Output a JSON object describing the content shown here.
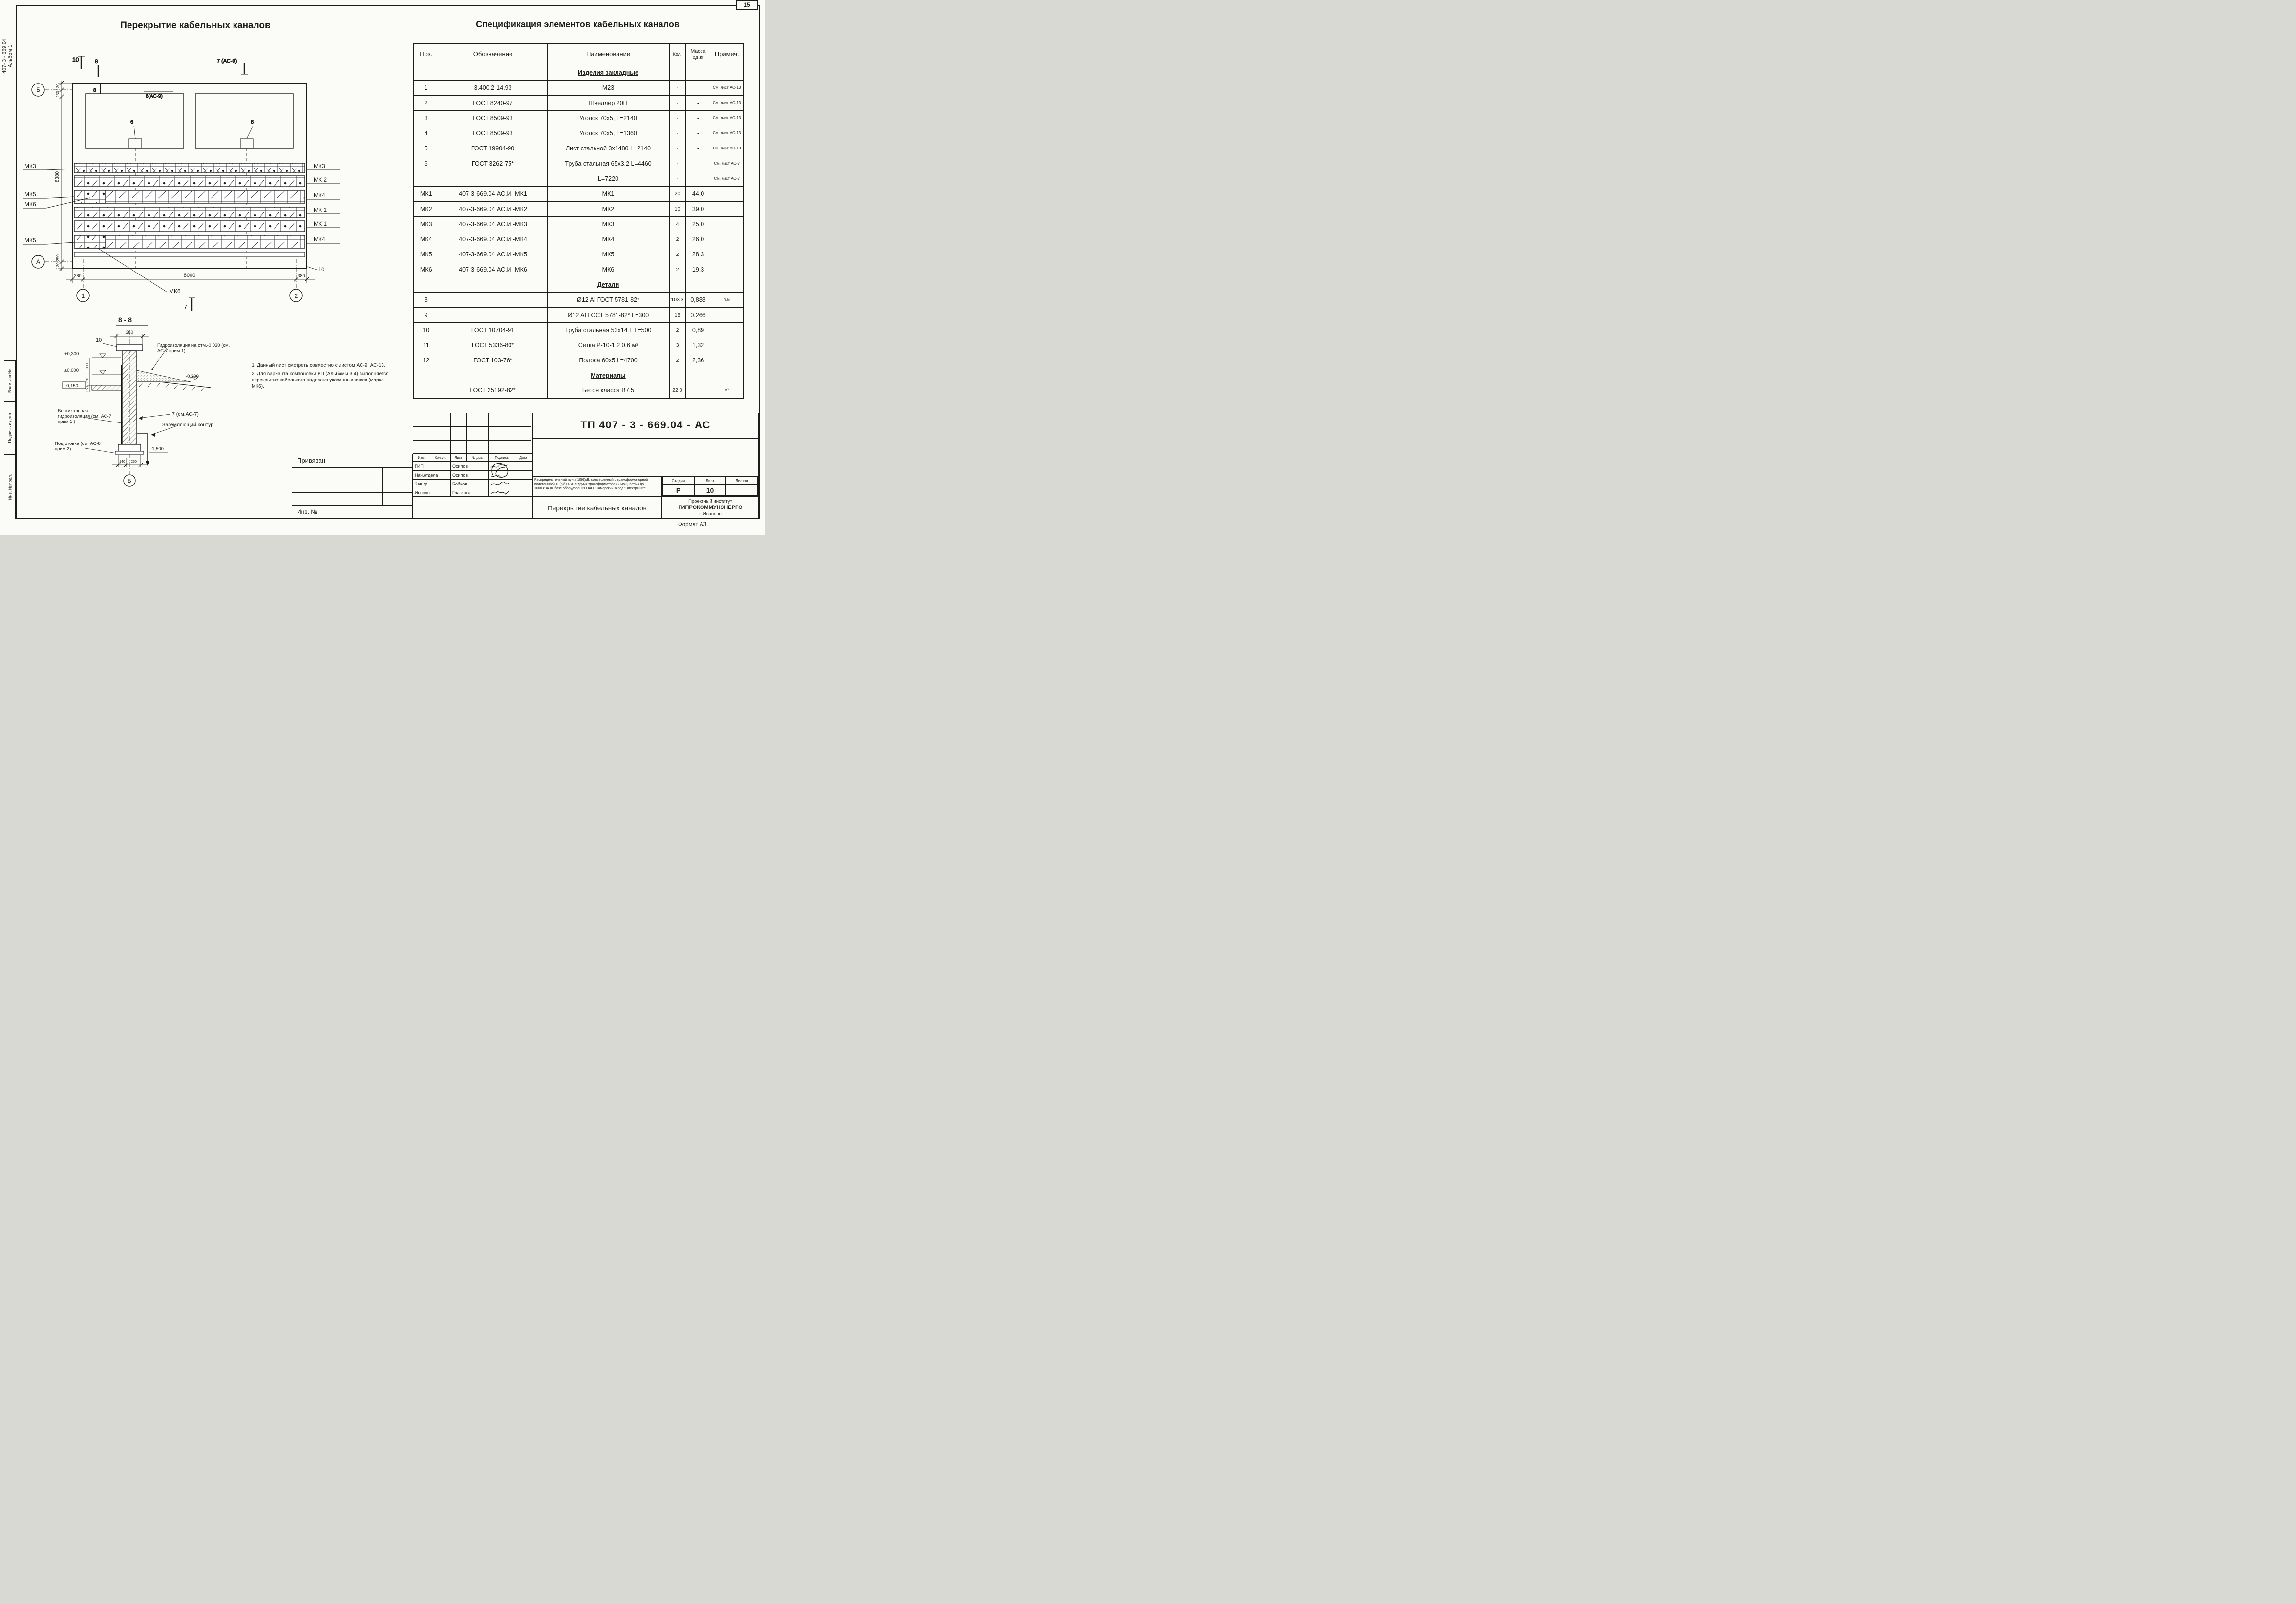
{
  "page": {
    "sheet_number": "15",
    "format_note": "Формат А3",
    "colors": {
      "paper": "#fbfbf7",
      "ink": "#1c1c1c"
    }
  },
  "margin": {
    "doc_number": "407- 3 - 669.04",
    "album": "Альбом 1",
    "boxes": [
      "Взам.инв.№",
      "Подпись и дата",
      "Инв. № подл."
    ]
  },
  "titles": {
    "drawing": "Перекрытие кабельных каналов",
    "spec": "Спецификация элементов кабельных каналов"
  },
  "plan": {
    "axes": {
      "b": "Б",
      "a": "А",
      "n1": "1",
      "n2": "2"
    },
    "markers": {
      "m10": "10",
      "m8": "8",
      "m7ac9": "7 (АС-9)",
      "m8i": "8",
      "m6ac9": "6(АС-9)",
      "m6a": "6",
      "m6b": "6",
      "m7": "7",
      "m10r": "10"
    },
    "dims": {
      "d130t": "130",
      "d250t": "250",
      "d8380": "8380",
      "d250b": "250",
      "d130b": "130",
      "d380l": "380",
      "d8000": "8000",
      "d380r": "380"
    },
    "labels_left": [
      "МК3",
      "МК5",
      "МК6",
      "МК5"
    ],
    "labels_right": [
      "МК3",
      "МК 2",
      "МК4",
      "МК 1",
      "МК 1",
      "МК4"
    ],
    "label_mk6": "МК6"
  },
  "section": {
    "title": "8 - 8",
    "dims": {
      "w380": "380",
      "v300": "300",
      "v150a": "150",
      "v150b": "150",
      "b140": "140",
      "b260": "260"
    },
    "marks": {
      "p0300": "+0,300",
      "z0000": "±0,000",
      "m0150": "-0,150",
      "m0300": "-0,300",
      "m1500": "-1,500",
      "m10": "10"
    },
    "ann": {
      "hydro": "Гидроизоляция на отм.-0,030 (см. АС-7 прим.1)",
      "see7": "7 (см.АС-7)",
      "ground": "Заземляющий контур",
      "vert": "Вертикальная гидроизоляция (см. АС-7 прим.1 )",
      "podg": "Подготовка (см. АС-8 прим.2)"
    },
    "axis_b": "Б"
  },
  "notes": {
    "n1": "1. Данный лист смотреть совместно с листом АС-9, АС-13.",
    "n2": "2. Для варианта компоновки РП (Альбомы 3,4) выполняется перекрытие кабельного подполья указанных ячеек (марка МК6)."
  },
  "spec_table": {
    "headers": {
      "pos": "Поз.",
      "oboz": "Обозначение",
      "naim": "Наименование",
      "kol": "Кол.",
      "massa": "Масса ед,кг",
      "prim": "Примеч."
    },
    "rows": [
      {
        "section": "Изделия закладные"
      },
      {
        "pos": "1",
        "oboz": "3.400.2-14.93",
        "naim": "М23",
        "kol": "-",
        "massa": "-",
        "prim": "См. лист АС-13"
      },
      {
        "pos": "2",
        "oboz": "ГОСТ 8240-97",
        "naim": "Швеллер 20П",
        "kol": "-",
        "massa": "-",
        "prim": "См. лист АС-13"
      },
      {
        "pos": "3",
        "oboz": "ГОСТ 8509-93",
        "naim": "Уголок 70х5, L=2140",
        "kol": "-",
        "massa": "-",
        "prim": "См. лист АС-13"
      },
      {
        "pos": "4",
        "oboz": "ГОСТ 8509-93",
        "naim": "Уголок 70х5, L=1360",
        "kol": "-",
        "massa": "-",
        "prim": "См. лист АС-13"
      },
      {
        "pos": "5",
        "oboz": "ГОСТ 19904-90",
        "naim": "Лист стальной 3х1480 L=2140",
        "kol": "-",
        "massa": "-",
        "prim": "См. лист АС-13"
      },
      {
        "pos": "6",
        "oboz": "ГОСТ 3262-75*",
        "naim": "Труба стальная 65х3,2  L=4460",
        "kol": "-",
        "massa": "-",
        "prim": "См. лист АС-7"
      },
      {
        "pos": "",
        "oboz": "",
        "naim": "L=7220",
        "kol": "-",
        "massa": "-",
        "prim": "См. лист АС-7"
      },
      {
        "pos": "МК1",
        "oboz": "407-3-669.04  АС.И -МК1",
        "naim": "МК1",
        "kol": "20",
        "massa": "44,0",
        "prim": ""
      },
      {
        "pos": "МК2",
        "oboz": "407-3-669.04  АС.И -МК2",
        "naim": "МК2",
        "kol": "10",
        "massa": "39,0",
        "prim": ""
      },
      {
        "pos": "МК3",
        "oboz": "407-3-669.04  АС.И -МК3",
        "naim": "МК3",
        "kol": "4",
        "massa": "25,0",
        "prim": ""
      },
      {
        "pos": "МК4",
        "oboz": "407-3-669.04  АС.И -МК4",
        "naim": "МК4",
        "kol": "2",
        "massa": "26,0",
        "prim": ""
      },
      {
        "pos": "МК5",
        "oboz": "407-3-669.04  АС.И -МК5",
        "naim": "МК5",
        "kol": "2",
        "massa": "28,3",
        "prim": ""
      },
      {
        "pos": "МК6",
        "oboz": "407-3-669.04  АС.И -МК6",
        "naim": "МК6",
        "kol": "2",
        "massa": "19,3",
        "prim": ""
      },
      {
        "section": "Детали"
      },
      {
        "pos": "8",
        "oboz": "",
        "naim": "Ø12 AI ГОСТ 5781-82*",
        "kol": "103,3",
        "massa": "0,888",
        "prim": "п.м"
      },
      {
        "pos": "9",
        "oboz": "",
        "naim": "Ø12 AI ГОСТ 5781-82* L=300",
        "kol": "18",
        "massa": "0.266",
        "prim": ""
      },
      {
        "pos": "10",
        "oboz": "ГОСТ 10704-91",
        "naim": "Труба стальная 53х14 Г  L=500",
        "kol": "2",
        "massa": "0,89",
        "prim": ""
      },
      {
        "pos": "11",
        "oboz": "ГОСТ 5336-80*",
        "naim": "Сетка Р-10-1.2    0,6 м²",
        "kol": "3",
        "massa": "1,32",
        "prim": ""
      },
      {
        "pos": "12",
        "oboz": "ГОСТ 103-76*",
        "naim": "Полоса 60х5  L=4700",
        "kol": "2",
        "massa": "2,36",
        "prim": ""
      },
      {
        "section": "Материалы"
      },
      {
        "pos": "",
        "oboz": "ГОСТ 25192-82*",
        "naim": "Бетон класса В7.5",
        "kol": "22,0",
        "massa": "",
        "prim": "м³"
      }
    ]
  },
  "title_block": {
    "doc_code": "ТП  407 - 3 - 669.04 - АС",
    "rev_headers": [
      "Изм.",
      "Кол.уч.",
      "Лист",
      "№ док.",
      "Подпись",
      "Дата"
    ],
    "roles": [
      {
        "role": "ГИП",
        "name": "Осипов"
      },
      {
        "role": "Нач.отдела",
        "name": "Осипов"
      },
      {
        "role": "Зав.гр.",
        "name": "Бобков"
      },
      {
        "role": "Исполн.",
        "name": "Глазкова"
      }
    ],
    "description_lines": [
      "Распределительный пункт 10(6)кВ, совмещенный с трансформаторной",
      "подстанцией 10(6)/0,4 кВ с двумя трансформаторами мощностью до",
      "1000 кВА на базе оборудования ОАО \"Самарский завод \"Электрощит\""
    ],
    "stage_headers": [
      "Стадия",
      "Лист",
      "Листов"
    ],
    "stage": "Р",
    "sheet": "10",
    "sheets_total": "",
    "sheet_title": "Перекрытие кабельных каналов",
    "institute_lines": [
      "Проектный институт",
      "ГИПРОКОММУНЭНЕРГО",
      "г. Иваново"
    ],
    "privyazan": "Привязан",
    "inv_no": "Инв. №"
  }
}
